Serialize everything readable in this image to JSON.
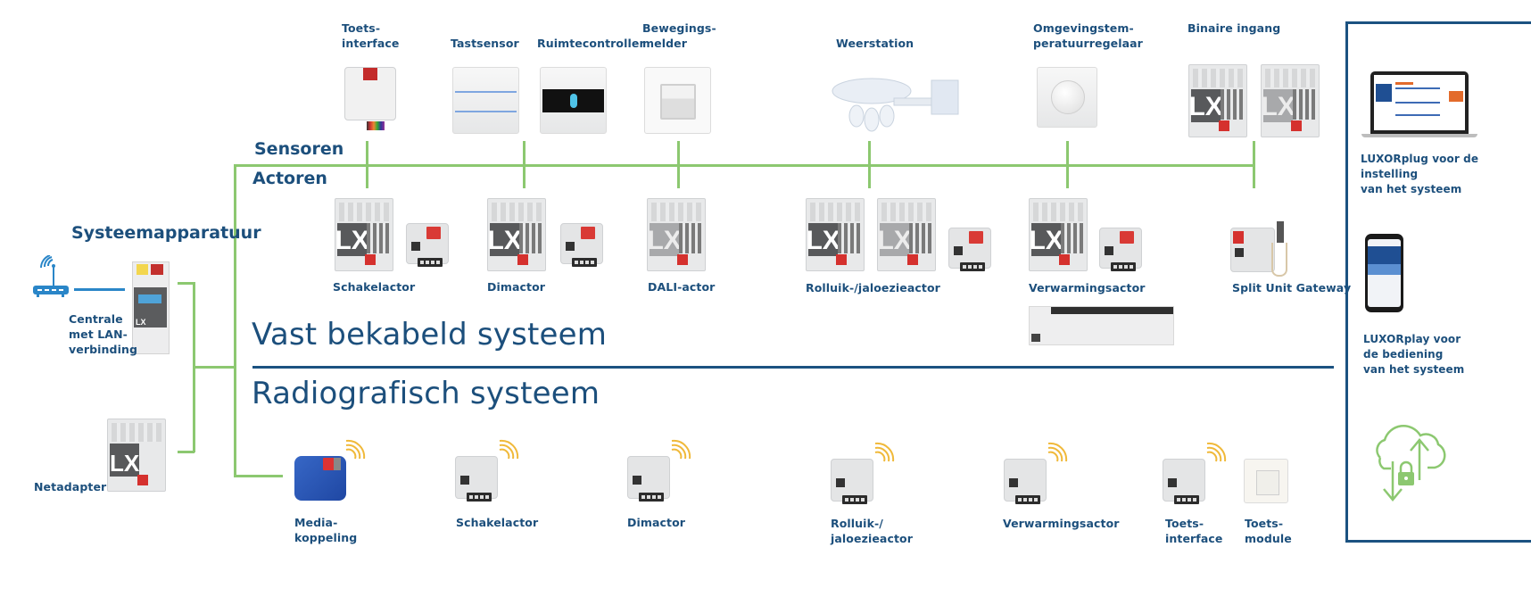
{
  "diagram": {
    "system_equipment": {
      "title": "Systeemapparatuur",
      "central_label": "Centrale\nmet LAN-\nverbinding",
      "power_adapter_label": "Netadapter",
      "router_icon": "router-wifi-icon"
    },
    "bus_labels": {
      "sensors": "Sensoren",
      "actuators": "Actoren"
    },
    "sensors": [
      {
        "label": "Toets-\ninterface"
      },
      {
        "label": "Tastsensor"
      },
      {
        "label": "Ruimtecontroller"
      },
      {
        "label": "Bewegings-\nmelder"
      },
      {
        "label": "Weerstation"
      },
      {
        "label": "Omgevingstem-\nperatuurregelaar"
      },
      {
        "label": "Binaire ingang"
      }
    ],
    "wired_actuators": [
      {
        "label": "Schakelactor"
      },
      {
        "label": "Dimactor"
      },
      {
        "label": "DALI-actor"
      },
      {
        "label": "Rolluik-/jaloezieactor"
      },
      {
        "label": "Verwarmingsactor"
      },
      {
        "label": "Split Unit Gateway"
      }
    ],
    "section_titles": {
      "wired": "Vast bekabeld systeem",
      "radio": "Radiografisch systeem"
    },
    "radio_devices": [
      {
        "label": "Media-\nkoppeling"
      },
      {
        "label": "Schakelactor"
      },
      {
        "label": "Dimactor"
      },
      {
        "label": "Rolluik-/\njaloezieactor"
      },
      {
        "label": "Verwarmingsactor"
      },
      {
        "label": "Toets-\ninterface"
      },
      {
        "label": "Toets-\nmodule"
      }
    ],
    "software_panel": {
      "luxorplug_label": "LUXORplug voor de\ninstelling\nvan het systeem",
      "luxorplay_label": "LUXORplay voor\nde bediening\nvan het systeem",
      "cloud_icon": "cloud-secure-sync-icon"
    },
    "colors": {
      "primary_blue": "#1c4f7c",
      "bus_green": "#8cc870",
      "radio_wave": "#f0b93a",
      "device_red": "#d5312e"
    }
  }
}
